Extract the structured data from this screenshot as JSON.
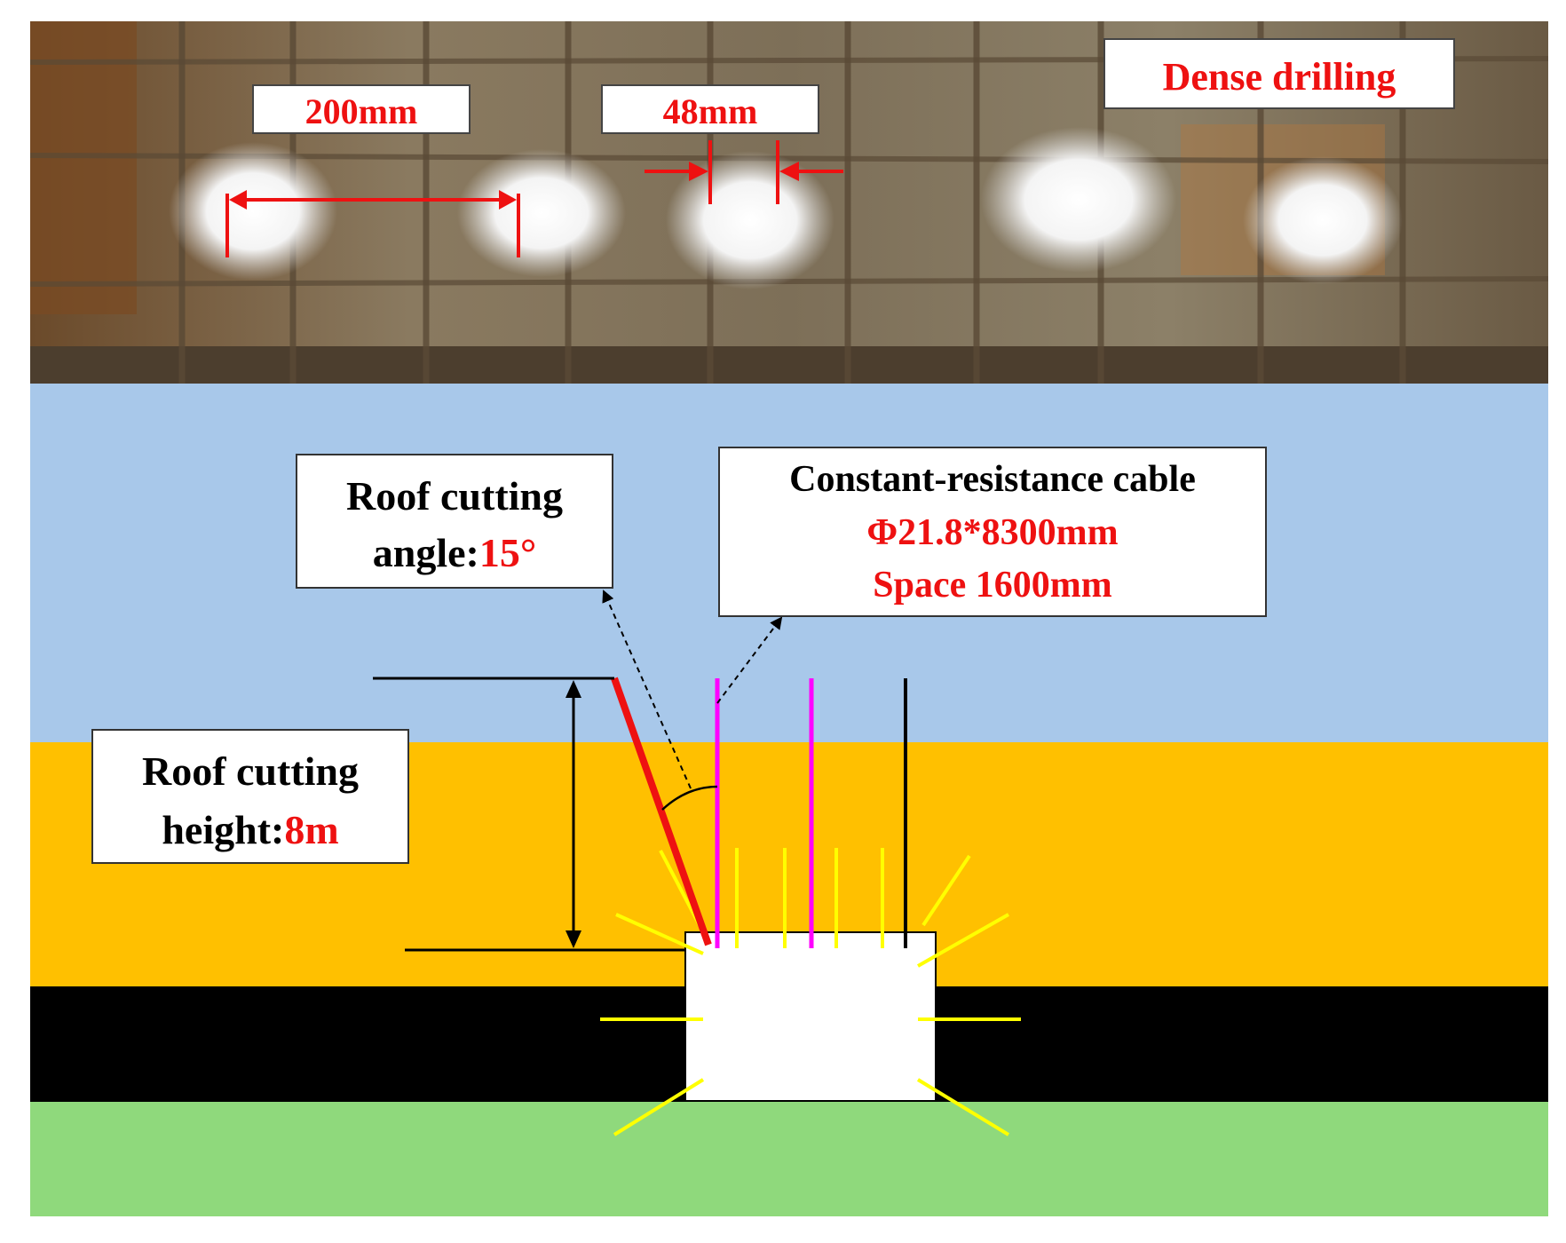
{
  "photo": {
    "label_spacing": "200mm",
    "label_diameter": "48mm",
    "label_title": "Dense drilling"
  },
  "diagram": {
    "angle_box": {
      "line1": "Roof cutting",
      "line2_prefix": "angle:",
      "line2_value": "15°"
    },
    "height_box": {
      "line1": "Roof cutting",
      "line2_prefix": "height:",
      "line2_value": "8m"
    },
    "cable_box": {
      "line1": "Constant-resistance cable",
      "line2": "Φ21.8*8300mm",
      "line3": "Space 1600mm"
    }
  },
  "colors": {
    "red": "#ee1111",
    "sky_layer": "#a8c8ea",
    "roof_layer": "#ffc000",
    "coal_layer": "#000000",
    "floor_layer": "#8fd97c",
    "cable": "#ff00ff",
    "fracture": "#ffff00"
  }
}
